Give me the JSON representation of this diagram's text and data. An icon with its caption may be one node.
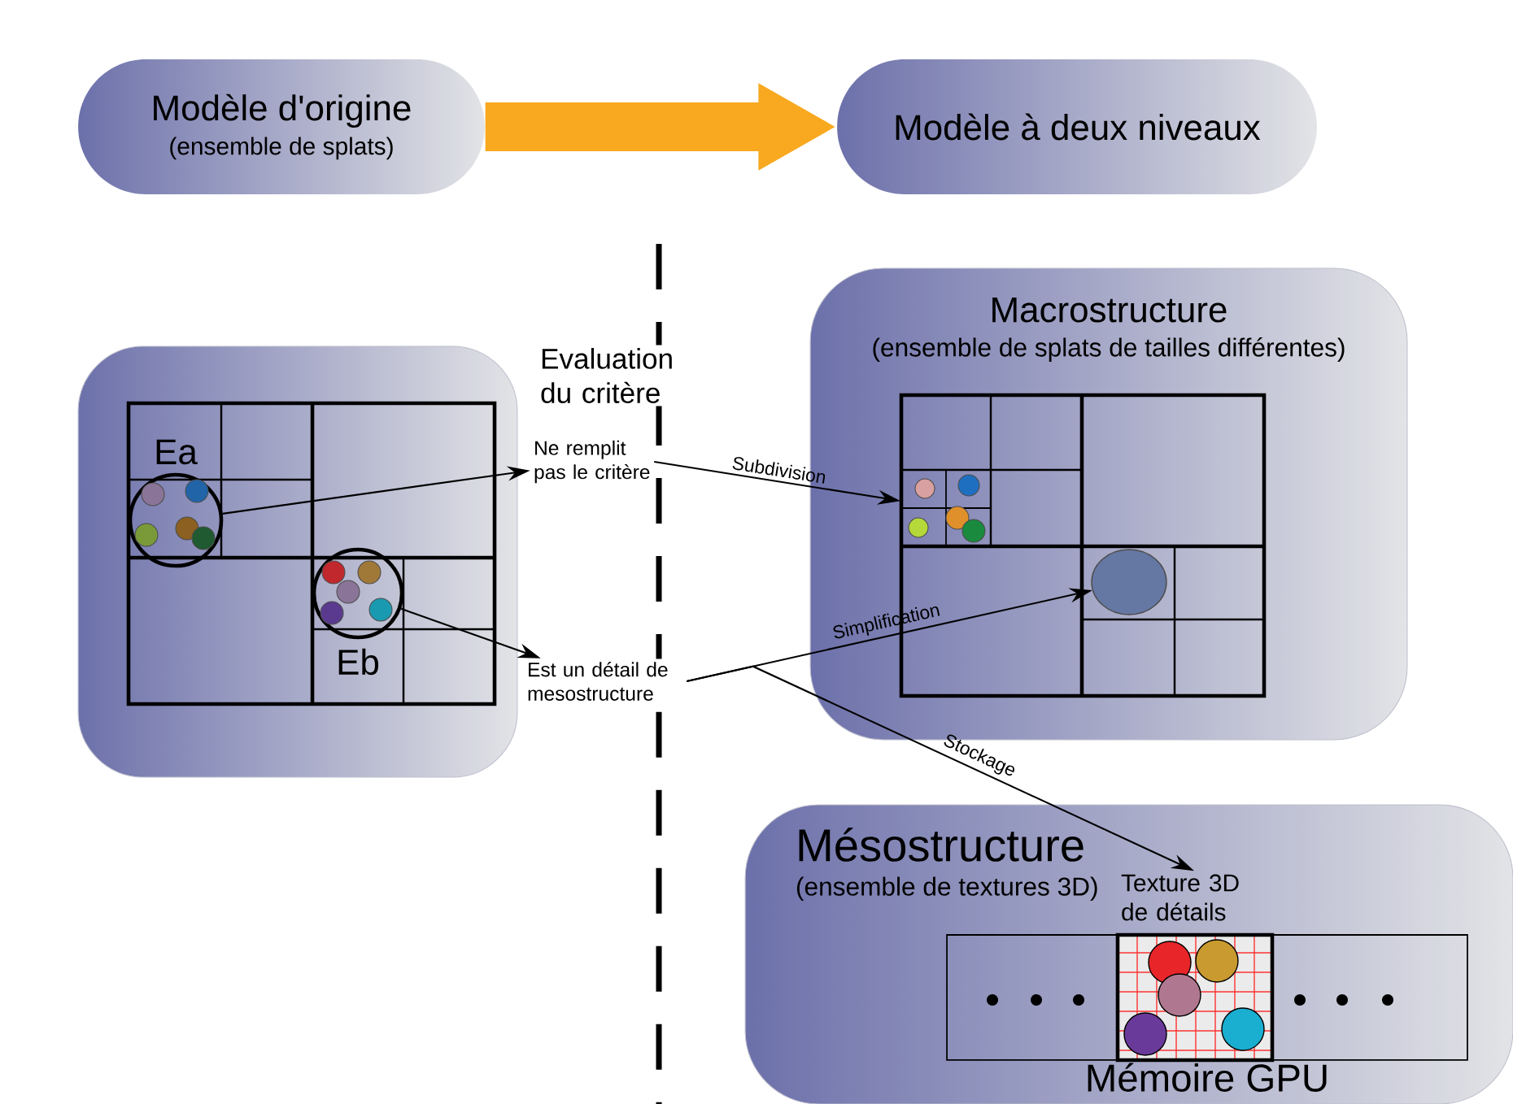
{
  "diagram": {
    "nodes": [
      {
        "text": [
          "Modèle d'origine",
          "(ensemble de splats)"
        ]
      },
      {
        "text": [
          "Modèle à deux niveaux"
        ]
      },
      {
        "text": [],
        "shape": "box"
      },
      {
        "text": [],
        "shape": "circle",
        "in": 2,
        "beside": [
          "Ea"
        ]
      },
      {
        "text": [],
        "shape": "circle",
        "in": 2,
        "beside": [
          "Eb"
        ]
      },
      {
        "text": [
          "Ne remplit pas le critère"
        ]
      },
      {
        "text": [
          "Est un détail de mesostructure"
        ]
      },
      {
        "text": [
          "Macrostructure",
          "(ensemble de splats de tailles différentes)"
        ]
      },
      {
        "text": [],
        "shape": "box",
        "in": 7
      },
      {
        "text": [],
        "shape": "circle",
        "in": 7
      },
      {
        "text": [
          "Mésostructure",
          "(ensemble de textures 3D)"
        ]
      },
      {
        "text": [
          "Mémoire GPU"
        ],
        "in": 10
      },
      {
        "text": [
          "Texture 3D de détails"
        ],
        "in": 10
      }
    ],
    "edges": [
      {
        "from": 0,
        "to": 1,
        "arrow": "to",
        "style": "thick",
        "color": "#f8a91f"
      },
      {
        "from": 3,
        "to": 5,
        "arrow": "to"
      },
      {
        "from": 4,
        "to": 6,
        "arrow": "to"
      },
      {
        "from": 5,
        "to": 8,
        "arrow": "to",
        "label": "Subdivision"
      },
      {
        "from": 6,
        "to": 9,
        "arrow": "to",
        "label": "Simplification"
      },
      {
        "from": 6,
        "to": 12,
        "arrow": "to",
        "label": "Stockage"
      }
    ],
    "labels": [
      "Evaluation du critère"
    ]
  }
}
